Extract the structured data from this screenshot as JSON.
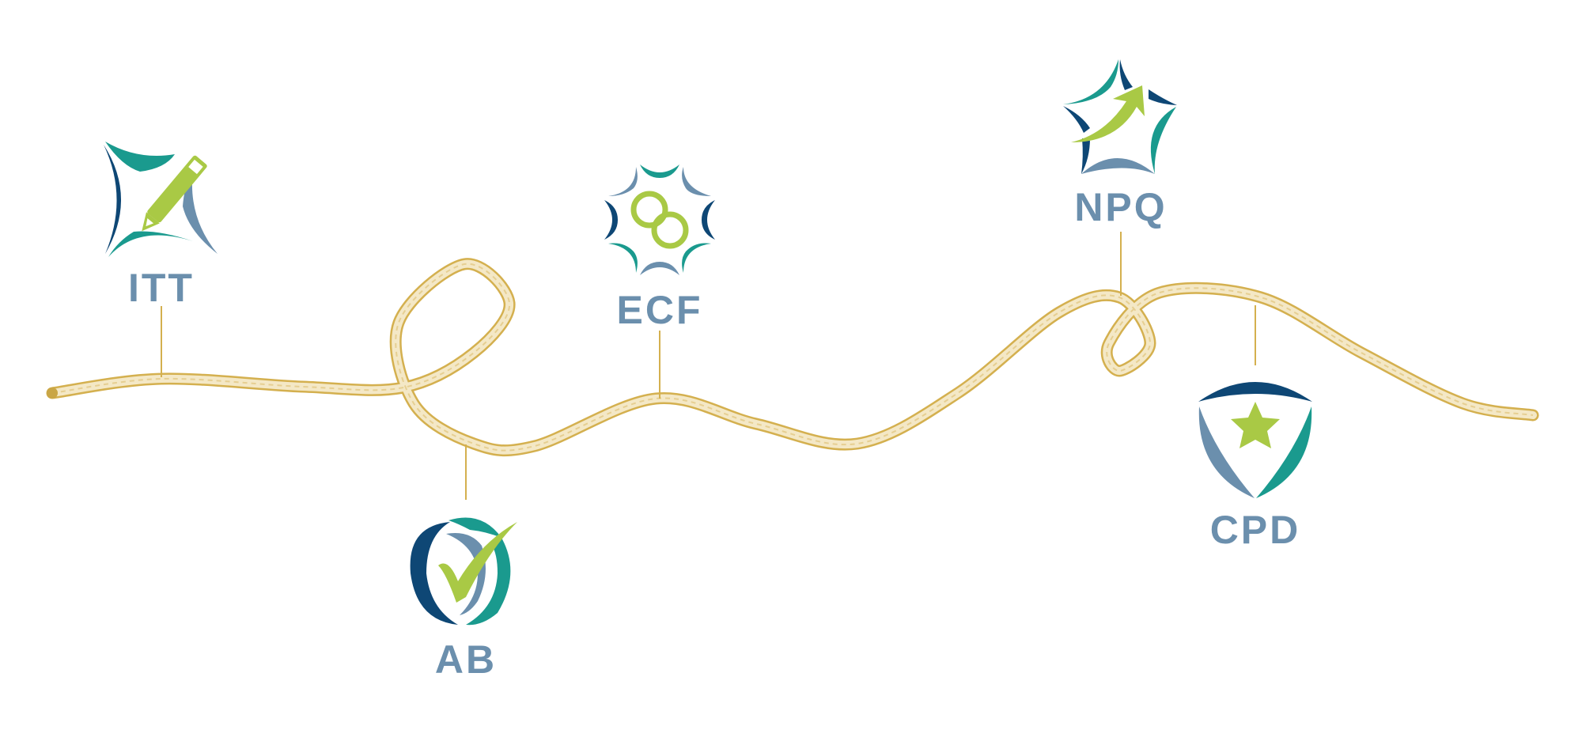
{
  "colors": {
    "navy": "#0e4775",
    "teal": "#1a9a8e",
    "slate": "#6b8fad",
    "lime": "#a9c945",
    "rope": "#d4b04f",
    "rope_fill": "#f4e8c6"
  },
  "stages": [
    {
      "label": "ITT",
      "icon": "pencil-star-icon"
    },
    {
      "label": "AB",
      "icon": "checkmark-circle-icon"
    },
    {
      "label": "ECF",
      "icon": "linked-rings-icon"
    },
    {
      "label": "NPQ",
      "icon": "arrow-star-icon"
    },
    {
      "label": "CPD",
      "icon": "star-shield-icon"
    }
  ]
}
